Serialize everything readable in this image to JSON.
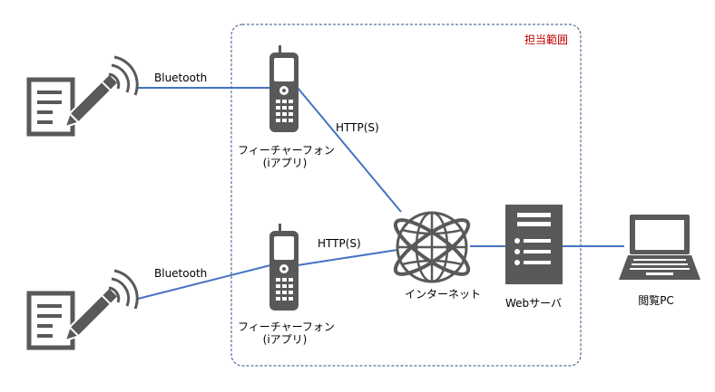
{
  "scope": {
    "label": "担当範囲"
  },
  "links": {
    "bluetooth_top": "Bluetooth",
    "bluetooth_bottom": "Bluetooth",
    "http_top": "HTTP(S)",
    "http_bottom": "HTTP(S)"
  },
  "nodes": {
    "phone_top": {
      "line1": "フィーチャーフォン",
      "line2": "(iアプリ)"
    },
    "phone_bottom": {
      "line1": "フィーチャーフォン",
      "line2": "(iアプリ)"
    },
    "internet": {
      "label": "インターネット"
    },
    "web_server": {
      "label": "Webサーバ"
    },
    "viewer_pc": {
      "label": "閲覧PC"
    }
  },
  "colors": {
    "line": "#4472c4",
    "icon": "#595959",
    "scope_border": "#2f4f7f",
    "scope_label": "#c00000"
  }
}
